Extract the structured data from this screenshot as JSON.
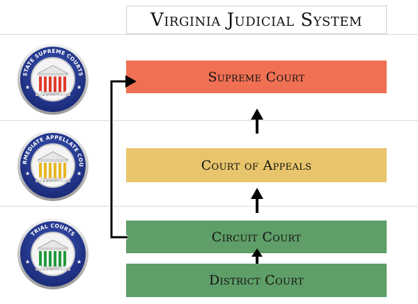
{
  "title": "Virginia Judicial System",
  "courts": [
    {
      "label": "Supreme Court",
      "color": "#f07054"
    },
    {
      "label": "Court of Appeals",
      "color": "#e8c56c"
    },
    {
      "label": "Circuit Court",
      "color": "#5f9e68"
    },
    {
      "label": "District Court",
      "color": "#5f9e68"
    }
  ],
  "seals": [
    {
      "ring_text": "STATE SUPREME COURTS",
      "bottom_text": "BALLOTPEDIA",
      "pillar_color": "#e23a2a"
    },
    {
      "ring_text": "INTERMEDIATE APPELLATE COURTS",
      "bottom_text": "BALLOTPEDIA",
      "pillar_color": "#e9b820"
    },
    {
      "ring_text": "TRIAL COURTS",
      "bottom_text": "BALLOTPEDIA",
      "pillar_color": "#1f9a3a"
    }
  ]
}
